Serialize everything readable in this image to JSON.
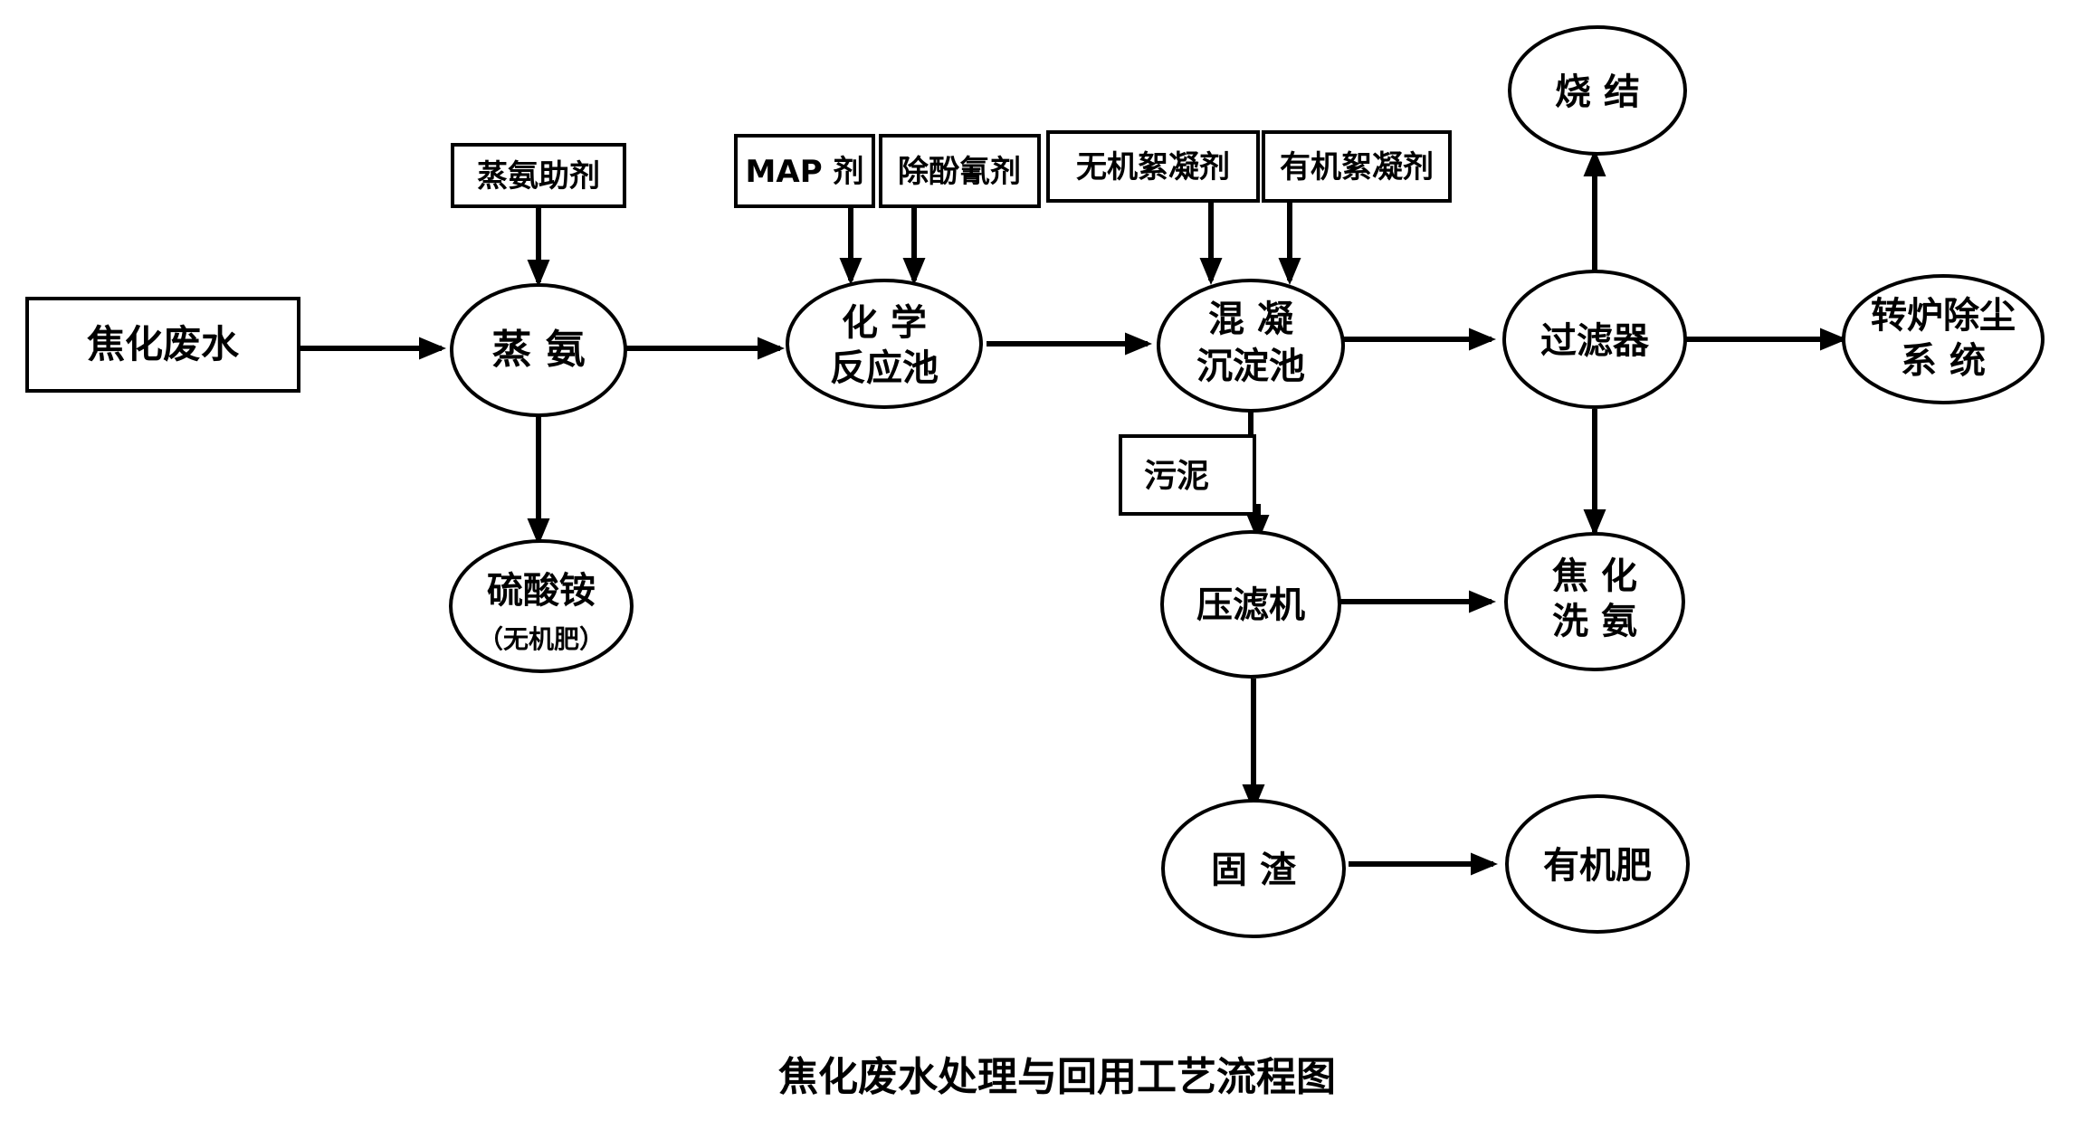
{
  "diagram": {
    "title": "焦化废水处理与回用工艺流程图",
    "additives": {
      "steam_aid": "蒸氨助剂",
      "map_agent": "MAP 剂",
      "phenol_cyanide_agent": "除酚氰剂",
      "inorganic_flocculant": "无机絮凝剂",
      "organic_flocculant": "有机絮凝剂"
    },
    "nodes": {
      "wastewater": "焦化废水",
      "ammonia_stripping": "蒸 氨",
      "ammonium_sulfate_line1": "硫酸铵",
      "ammonium_sulfate_line2": "（无机肥）",
      "chem_reactor_line1": "化 学",
      "chem_reactor_line2": "反应池",
      "coag_tank_line1": "混 凝",
      "coag_tank_line2": "沉淀池",
      "sludge": "污泥",
      "filter_press": "压滤机",
      "solid_residue": "固 渣",
      "organic_fertilizer": "有机肥",
      "filter": "过滤器",
      "sintering": "烧 结",
      "converter_dust_line1": "转炉除尘",
      "converter_dust_line2": "系 统",
      "coking_wash_line1": "焦 化",
      "coking_wash_line2": "洗 氨"
    }
  }
}
